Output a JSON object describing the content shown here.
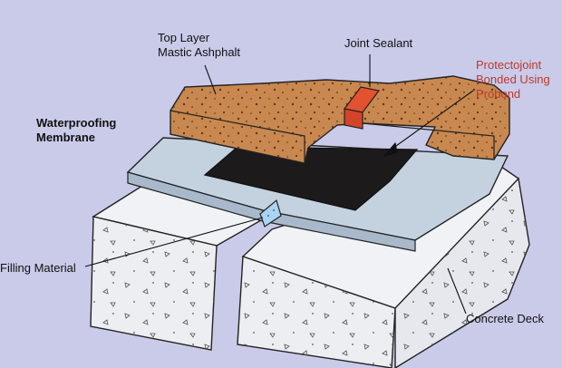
{
  "labels": {
    "top_layer": [
      "Top Layer",
      "Mastic Ashphalt"
    ],
    "joint_sealant": "Joint Sealant",
    "protectojoint": [
      "Protectojoint",
      "Bonded Using",
      "Probond"
    ],
    "waterproofing": [
      "Waterproofing",
      "Membrane"
    ],
    "filling_material": "Filling Material",
    "concrete_deck": "Concrete Deck"
  },
  "colors": {
    "background": "#c9cbe9",
    "asphalt": "#c8884f",
    "joint_sealant": "#e2522f",
    "protectojoint": "#1c1a1b",
    "membrane": "#c4d2e0",
    "concrete": "#eceef2",
    "filling": "#a9d4f2"
  }
}
